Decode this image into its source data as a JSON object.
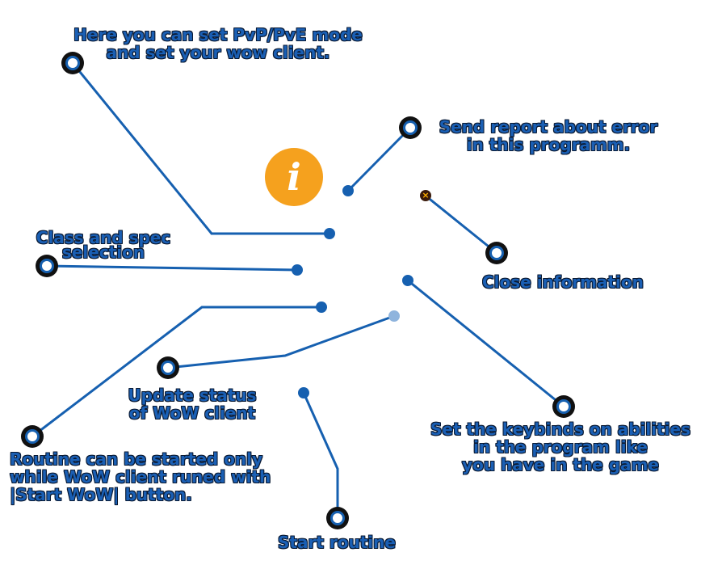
{
  "annotations": {
    "mode": "Here you can set PvP/PvE mode\nand set your wow client.",
    "report": "Send report about error\nin this programm.",
    "class_spec": "Class and spec\nselection",
    "close": "Close information",
    "update": "Update status\nof WoW client",
    "routine_note": "Routine can be started only\nwhile WoW client runed with\n|Start WoW| button.",
    "keybinds": "Set the keybinds on abilities\nin the program like\nyou have in the game",
    "start": "Start routine"
  },
  "info_icon": "info-icon",
  "close_icon": "close-icon",
  "colors": {
    "line": "#1660b0",
    "label_text": "#1a5fb4",
    "info_badge": "#f5a11e",
    "marker_ring": "#111111",
    "marker_accent": "#1660b0"
  }
}
